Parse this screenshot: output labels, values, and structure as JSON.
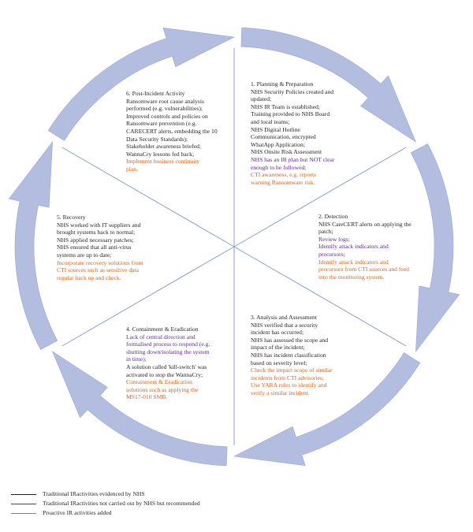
{
  "colors": {
    "arrow": "#b3bde0",
    "arrow_edge": "#9aa7d4",
    "divider": "#8d9bd0",
    "black": "#231f20",
    "purple": "#5b2d90",
    "orange": "#d7641e"
  },
  "sectors": [
    {
      "id": "planning",
      "title": "1. Planning & Preparation",
      "lines": [
        {
          "text": "NHS Security Policies created and",
          "kind": "black"
        },
        {
          "text": "updated;",
          "kind": "black"
        },
        {
          "text": "NHS IR Team is established;",
          "kind": "black"
        },
        {
          "text": "Training provided to NHS Board",
          "kind": "black"
        },
        {
          "text": "and local teams;",
          "kind": "black"
        },
        {
          "text": "NHS Digital Hotline",
          "kind": "black"
        },
        {
          "text": "Communication, encrypted",
          "kind": "black"
        },
        {
          "text": "WhatApp Application;",
          "kind": "black"
        },
        {
          "text": "NHS Onsite Risk Assessment",
          "kind": "black"
        },
        {
          "text": "NHS has an IR plan but NOT clear",
          "kind": "purple"
        },
        {
          "text": "enough to be followed;",
          "kind": "purple"
        },
        {
          "text": "CTI awareness, e.g. reports",
          "kind": "orange"
        },
        {
          "text": "warning Ransomware risk.",
          "kind": "orange"
        }
      ]
    },
    {
      "id": "detection",
      "title": "2. Detection",
      "lines": [
        {
          "text": "NHS CareCERT alerts on applying the",
          "kind": "black"
        },
        {
          "text": "patch;",
          "kind": "black"
        },
        {
          "text": "Review logs;",
          "kind": "purple"
        },
        {
          "text": "Identify attack indicators and",
          "kind": "purple"
        },
        {
          "text": "precursors;",
          "kind": "purple"
        },
        {
          "text": "Identify attack indicators and",
          "kind": "orange"
        },
        {
          "text": "precursors from CTI sources and feed",
          "kind": "orange"
        },
        {
          "text": "into the monitoring system.",
          "kind": "orange"
        }
      ]
    },
    {
      "id": "analysis",
      "title": "3. Analysis and Assessment",
      "lines": [
        {
          "text": "NHS verified that a security",
          "kind": "black"
        },
        {
          "text": "incident has occurred;",
          "kind": "black"
        },
        {
          "text": "NHS has assessed the scope and",
          "kind": "black"
        },
        {
          "text": "impact of the incident;",
          "kind": "black"
        },
        {
          "text": "NHS has incident classification",
          "kind": "black"
        },
        {
          "text": "based on severity level;",
          "kind": "black"
        },
        {
          "text": "Check the impact scope of similar",
          "kind": "orange"
        },
        {
          "text": "incidents from CTI advisories;",
          "kind": "orange"
        },
        {
          "text": "Use YARA rules to identify and",
          "kind": "orange"
        },
        {
          "text": "verify a similar incident.",
          "kind": "orange"
        }
      ]
    },
    {
      "id": "containment",
      "title": "4. Containment & Eradication",
      "lines": [
        {
          "text": "Lack of central direction and",
          "kind": "purple"
        },
        {
          "text": "formalised process to respond (e.g.",
          "kind": "purple"
        },
        {
          "text": "shutting down/isolating the system",
          "kind": "purple"
        },
        {
          "text": "in time);",
          "kind": "purple"
        },
        {
          "text": "A solution called 'kill-switch' was",
          "kind": "black"
        },
        {
          "text": "activated to stop the WannaCry;",
          "kind": "black"
        },
        {
          "text": "Containment & Eradication",
          "kind": "orange"
        },
        {
          "text": "solutions such as applying the",
          "kind": "orange"
        },
        {
          "text": "MS17-010 SMB.",
          "kind": "orange"
        }
      ]
    },
    {
      "id": "recovery",
      "title": "5. Recovery",
      "lines": [
        {
          "text": "NHS worked with IT suppliers and",
          "kind": "black"
        },
        {
          "text": "brought systems back to normal;",
          "kind": "black"
        },
        {
          "text": "NHS applied necessary patches;",
          "kind": "black"
        },
        {
          "text": "NHS ensured that all anti-virus",
          "kind": "black"
        },
        {
          "text": "systems are up to date;",
          "kind": "black"
        },
        {
          "text": "Incorporate recovery solutions from",
          "kind": "orange"
        },
        {
          "text": "CTI sources such as sensitive data",
          "kind": "orange"
        },
        {
          "text": "regular back up and check.",
          "kind": "orange"
        }
      ]
    },
    {
      "id": "post_incident",
      "title": "6. Post-Incident Activity",
      "lines": [
        {
          "text": "Ransomware root cause analysis",
          "kind": "black"
        },
        {
          "text": "performed (e.g. vulnerabilities);",
          "kind": "black"
        },
        {
          "text": "Improved controls and policies on",
          "kind": "black"
        },
        {
          "text": "Ransomware prevention (e.g.",
          "kind": "black"
        },
        {
          "text": "CARECERT alerts, embedding the 10",
          "kind": "black"
        },
        {
          "text": "Data Security Standards);",
          "kind": "black"
        },
        {
          "text": "Stakeholder awareness briefed;",
          "kind": "black"
        },
        {
          "text": "WannaCry lessons fed back;",
          "kind": "black"
        },
        {
          "text": "Implement business continuity",
          "kind": "orange"
        },
        {
          "text": "plan.",
          "kind": "orange"
        }
      ]
    }
  ],
  "legend": [
    {
      "label": "Traditional IRactivities evidenced by NHS",
      "kind": "black"
    },
    {
      "label": "Traditional IRactivities not carried out by NHS but recommended",
      "kind": "purple"
    },
    {
      "label": "Proactive IR activities added",
      "kind": "orange"
    }
  ]
}
